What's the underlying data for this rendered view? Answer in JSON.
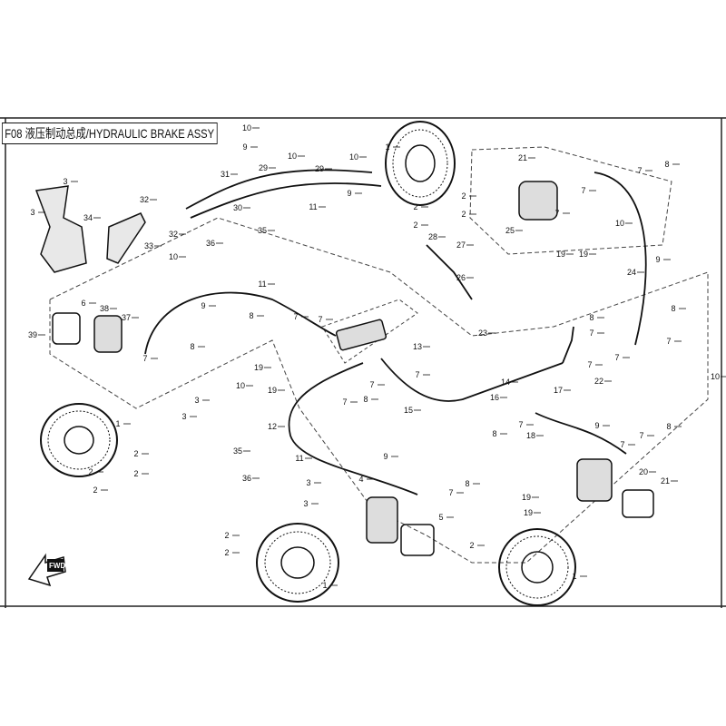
{
  "title": "F08 液压制动总成/HYDRAULIC BRAKE ASSY",
  "fwd_label": "FWD",
  "callouts": [
    "10",
    "9",
    "29",
    "10",
    "29",
    "10",
    "9",
    "31",
    "30",
    "11",
    "1",
    "2",
    "2",
    "2",
    "2",
    "21",
    "7",
    "8",
    "7",
    "7",
    "25",
    "10",
    "19",
    "19",
    "9",
    "24",
    "3",
    "3",
    "34",
    "32",
    "32",
    "33",
    "36",
    "35",
    "10",
    "28",
    "27",
    "26",
    "11",
    "9",
    "37",
    "6",
    "38",
    "39",
    "8",
    "7",
    "7",
    "13",
    "23",
    "8",
    "7",
    "8",
    "7",
    "7",
    "7",
    "22",
    "17",
    "16",
    "14",
    "15",
    "10",
    "8",
    "7",
    "3",
    "3",
    "10",
    "19",
    "19",
    "1",
    "12",
    "11",
    "9",
    "35",
    "36",
    "2",
    "2",
    "2",
    "2",
    "7",
    "8",
    "4",
    "3",
    "3",
    "5",
    "9",
    "18",
    "8",
    "7",
    "7",
    "8",
    "7",
    "20",
    "21",
    "19",
    "19",
    "2",
    "2",
    "1",
    "2",
    "1",
    "7",
    "8",
    "7",
    "7"
  ]
}
